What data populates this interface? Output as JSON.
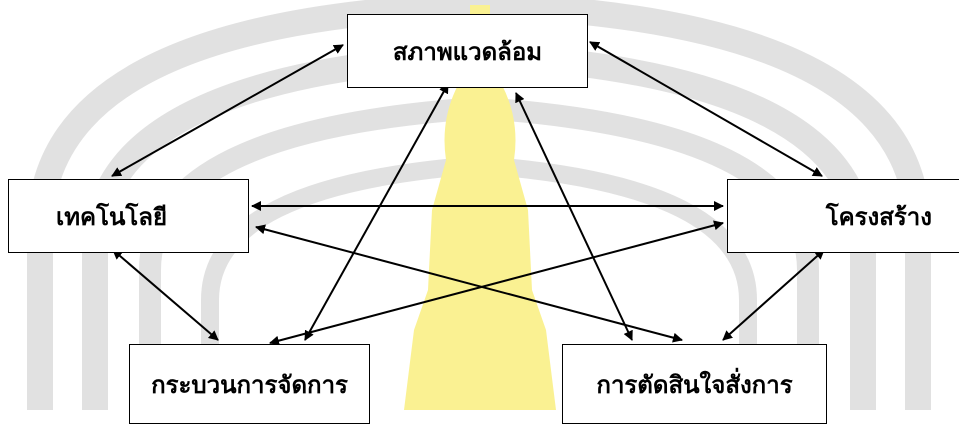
{
  "diagram": {
    "nodes": {
      "environment": "สภาพแวดล้อม",
      "technology": "เทคโนโลยี",
      "structure": "โครงสร้าง",
      "process": "กระบวนการจัดการ",
      "decision": "การตัดสินใจสั่งการ"
    },
    "edges": [
      [
        "environment",
        "technology"
      ],
      [
        "environment",
        "structure"
      ],
      [
        "environment",
        "process"
      ],
      [
        "environment",
        "decision"
      ],
      [
        "technology",
        "structure"
      ],
      [
        "technology",
        "process"
      ],
      [
        "technology",
        "decision"
      ],
      [
        "structure",
        "process"
      ],
      [
        "structure",
        "decision"
      ]
    ],
    "colors": {
      "line": "#000000",
      "box_border": "#000000",
      "watermark_gray": "#c9c9c9",
      "watermark_yellow": "#f6e63a"
    }
  }
}
